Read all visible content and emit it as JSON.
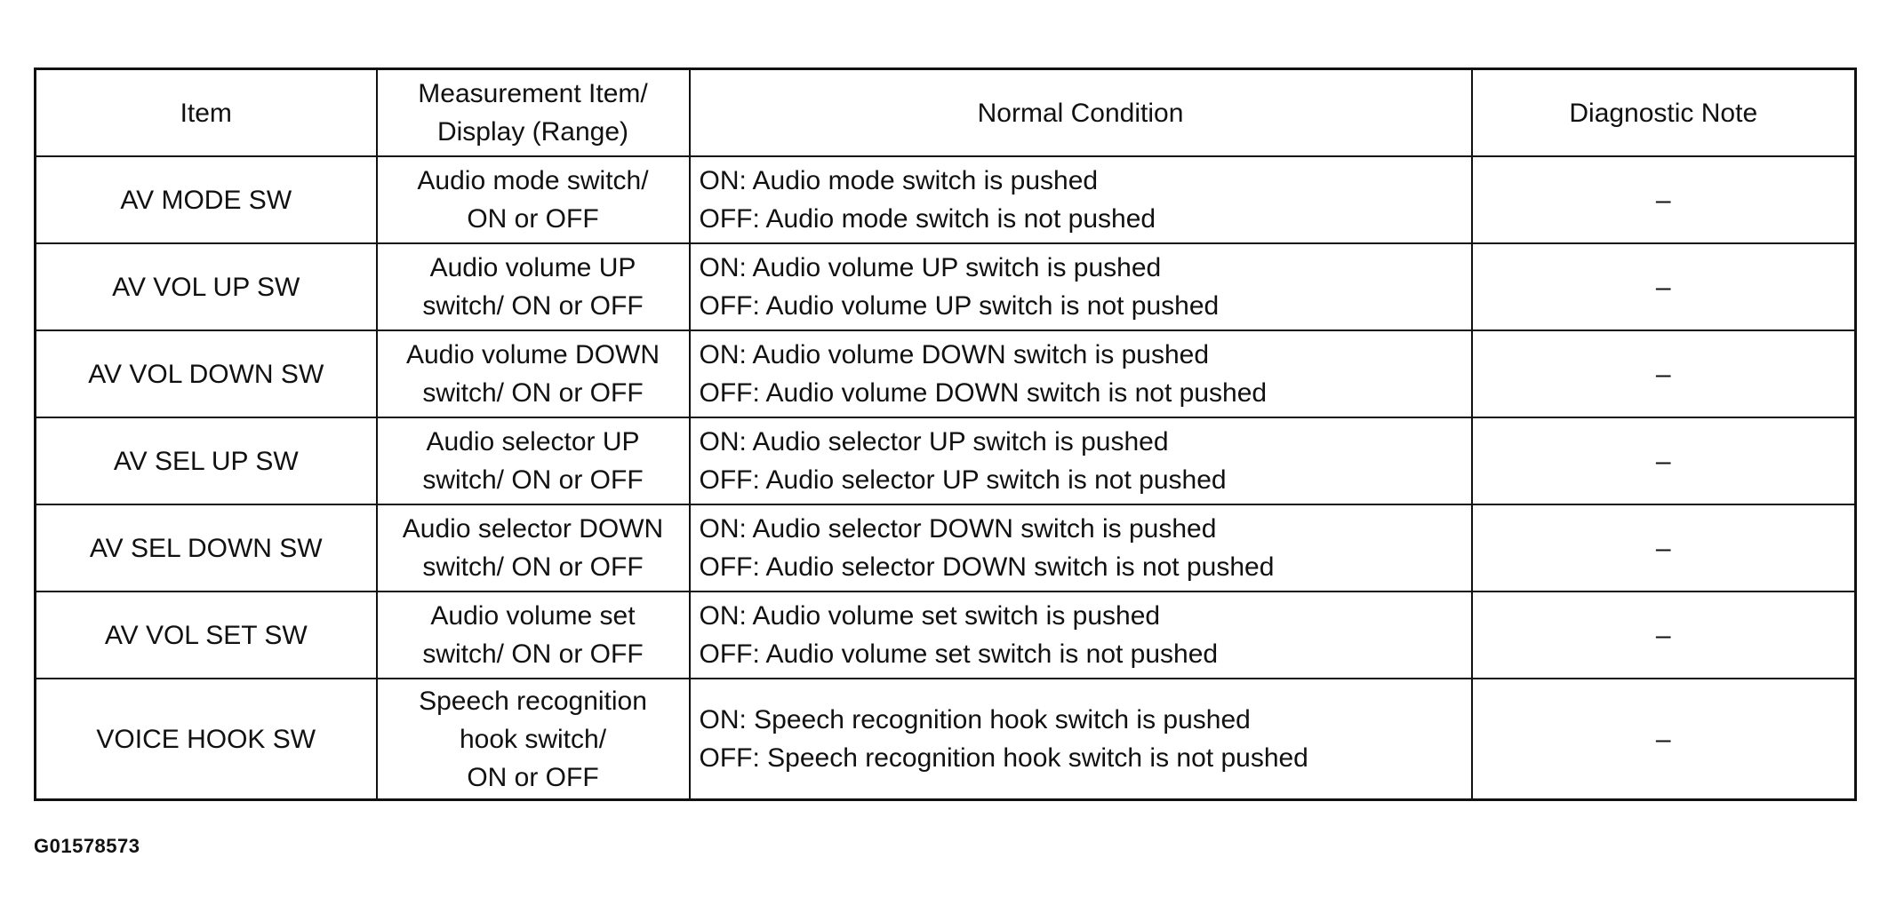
{
  "table": {
    "headers": {
      "item": "Item",
      "measurement": [
        "Measurement Item/",
        "Display (Range)"
      ],
      "normal": "Normal Condition",
      "diagnostic": "Diagnostic Note"
    },
    "rows": [
      {
        "item": "AV MODE SW",
        "measurement": [
          "Audio mode switch/",
          "ON or OFF"
        ],
        "normal": [
          "ON: Audio mode switch is pushed",
          "OFF: Audio mode switch is not pushed"
        ],
        "diagnostic": "–"
      },
      {
        "item": "AV VOL UP SW",
        "measurement": [
          "Audio volume UP",
          "switch/ ON or OFF"
        ],
        "normal": [
          "ON: Audio volume UP switch is pushed",
          "OFF: Audio volume UP switch is not pushed"
        ],
        "diagnostic": "–"
      },
      {
        "item": "AV VOL DOWN SW",
        "measurement": [
          "Audio volume DOWN",
          "switch/ ON or OFF"
        ],
        "normal": [
          "ON: Audio volume DOWN switch is pushed",
          "OFF: Audio volume DOWN switch is not pushed"
        ],
        "diagnostic": "–"
      },
      {
        "item": "AV SEL UP SW",
        "measurement": [
          "Audio selector UP",
          "switch/ ON or OFF"
        ],
        "normal": [
          "ON: Audio selector UP switch is pushed",
          "OFF: Audio selector UP switch is not pushed"
        ],
        "diagnostic": "–"
      },
      {
        "item": "AV SEL DOWN SW",
        "measurement": [
          "Audio selector DOWN",
          "switch/ ON or OFF"
        ],
        "normal": [
          "ON: Audio selector DOWN switch is pushed",
          "OFF: Audio selector DOWN switch is not pushed"
        ],
        "diagnostic": "–"
      },
      {
        "item": "AV VOL SET SW",
        "measurement": [
          "Audio volume set",
          "switch/ ON or OFF"
        ],
        "normal": [
          "ON: Audio volume set switch is pushed",
          "OFF: Audio volume set switch is not pushed"
        ],
        "diagnostic": "–"
      },
      {
        "item": "VOICE HOOK SW",
        "measurement": [
          "Speech recognition",
          "hook switch/",
          "ON or OFF"
        ],
        "normal": [
          "ON: Speech recognition hook switch is pushed",
          "OFF: Speech recognition hook switch is not pushed"
        ],
        "diagnostic": "–"
      }
    ]
  },
  "figure_id": "G01578573"
}
